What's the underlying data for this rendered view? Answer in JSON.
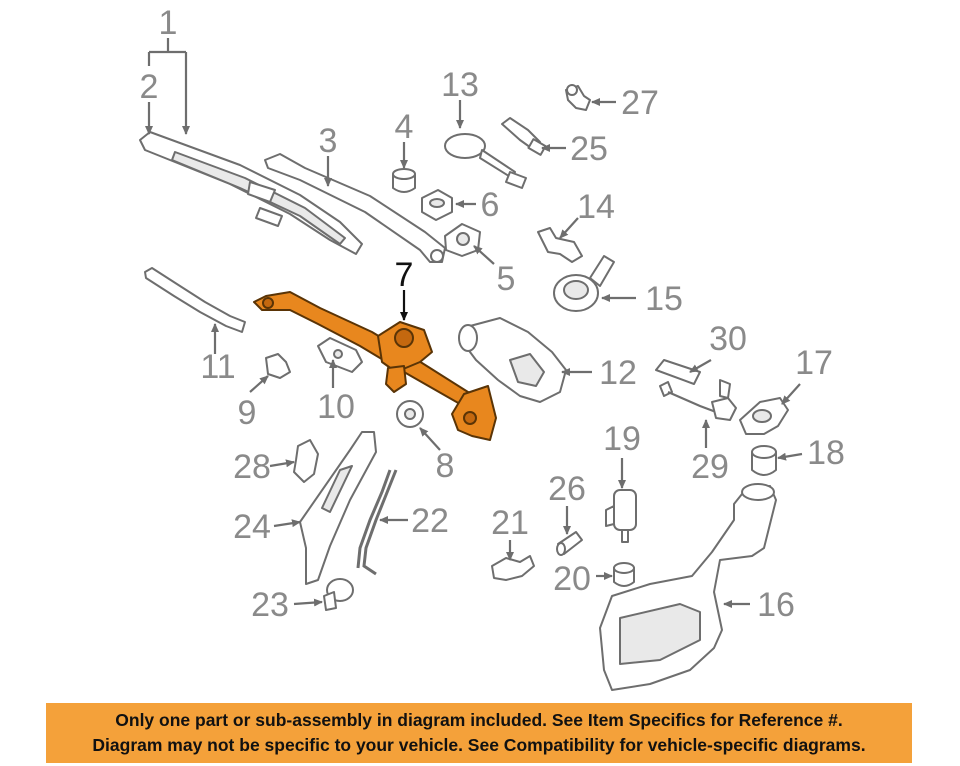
{
  "callouts": {
    "c1": "1",
    "c2": "2",
    "c3": "3",
    "c4": "4",
    "c5": "5",
    "c6": "6",
    "c7": "7",
    "c8": "8",
    "c9": "9",
    "c10": "10",
    "c11": "11",
    "c12": "12",
    "c13": "13",
    "c14": "14",
    "c15": "15",
    "c16": "16",
    "c17": "17",
    "c18": "18",
    "c19": "19",
    "c20": "20",
    "c21": "21",
    "c22": "22",
    "c23": "23",
    "c24": "24",
    "c25": "25",
    "c26": "26",
    "c27": "27",
    "c28": "28",
    "c29": "29",
    "c30": "30"
  },
  "highlighted_part": "7",
  "colors": {
    "highlight": "#e8871e",
    "banner": "#f4a13a",
    "line": "#6e6e6e"
  },
  "banner": {
    "line1": "Only one part or sub-assembly in diagram included. See Item Specifics for Reference #.",
    "line2": "Diagram may not be specific to your vehicle. See Compatibility for vehicle-specific diagrams."
  }
}
